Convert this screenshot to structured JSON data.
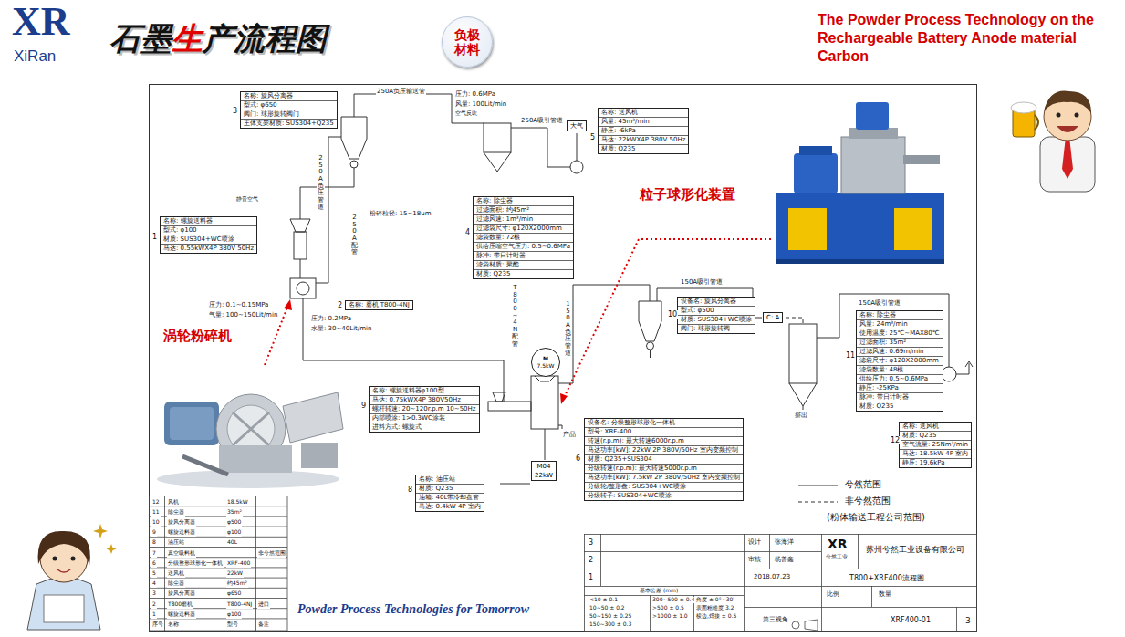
{
  "diagram": {
    "title": "石墨生产流程图",
    "nodes": [
      {
        "text": [
          "负极 材料"
        ]
      },
      {
        "text": [
          "名称: 旋风分离器",
          "型式: φ650",
          "阀门: 球形旋转阀门",
          "主体支架材质: SUS304+Q235"
        ]
      },
      {
        "text": [
          "名称: 螺旋送料器",
          "型式: φ100",
          "材质: SUS304+WC喷涂",
          "马达: 0.55kWX4P 380V 50Hz"
        ]
      },
      {
        "text": [
          "名称: 磨机 T800-4NJ"
        ]
      },
      {
        "text": [
          "名称: 除尘器",
          "过滤面积: 约45m²",
          "过滤风速: 1m³/min",
          "过滤袋尺寸: φ120X2000mm",
          "滤袋数量: 72根",
          "供给压缩空气压力: 0.5~0.6MPa",
          "脉冲: 带日计时器",
          "滤袋材质: 聚酯",
          "材质: Q235"
        ]
      },
      {
        "text": [
          "名称: 送风机",
          "风量: 45m³/min",
          "静压: -6kPa",
          "马达: 22kWX4P 380V 50Hz",
          "材质: Q235"
        ]
      },
      {
        "text": [
          "大气"
        ]
      },
      {
        "text": [
          "设备名: 旋风分离器",
          "型式: φ500",
          "材质: SUS304+WC喷涂",
          "阀门: 球形旋转阀"
        ]
      },
      {
        "text": [
          "C: A"
        ]
      },
      {
        "text": [
          "名称: 除尘器",
          "风量: 24m³/min",
          "使用温度: 25℃~MAX80℃",
          "过滤面积: 35m²",
          "过滤风速: 0.69m/min",
          "滤袋尺寸: φ120X2000mm",
          "滤袋数量: 48根",
          "供给压力: 0.5~0.6MPa",
          "静压: -25KPa",
          "脉冲: 带日计时器",
          "材质: Q235"
        ]
      },
      {
        "text": [
          "名称: 螺旋送料器φ100型",
          "马达: 0.75kWX4P 380V50Hz",
          "螺杆转速: 20~120r.p.m 10~50Hz",
          "内部喷涂: 1>0.3WC涂装",
          "进料方式: 螺旋式"
        ]
      },
      {
        "text": [
          "M",
          "7.5kW"
        ]
      },
      {
        "text": [
          "设备名: 分级整形球形化一体机",
          "型号: XRF-400",
          "转速(r.p.m): 最大转速6000r.p.m",
          "马达功率[kW]: 22kW 2P 380V/50Hz 室内变频控制",
          "材质: Q235+SUS304",
          "分级转速(r.p.m): 最大转速5000r.p.m",
          "马达功率[kW]: 7.5kW 2P 380V/50Hz 室内变频控制",
          "分级轮/整形盘: SUS304+WC喷涂",
          "分级转子: SUS304+WC喷涂"
        ]
      },
      {
        "text": [
          "名称: 油压站",
          "材质: Q235",
          "油箱: 40L带冷却盘管",
          "马达: 0.4kW 4P 室内"
        ]
      },
      {
        "text": [
          "M04",
          "22kW"
        ]
      },
      {
        "text": [
          "名称: 送风机",
          "材质: Q235",
          "空气流量: 25Nm³/min",
          "马达: 18.5kW 4P 室内",
          "静压: 19.6kPa"
        ]
      }
    ],
    "labels": [
      "XR",
      "XiRan",
      "The Powder Process Technology on the Rechargeable Battery Anode material Carbon",
      "涡轮粉碎机",
      "粒子球形化装置",
      "Powder Process Technologies for Tomorrow",
      "3",
      "250A负压输送管",
      "250A负压管道",
      "压力: 0.6MPa",
      "风量: 100Lit/min",
      "空气反吹",
      "250A吸引管道",
      "5",
      "4",
      "静音空气",
      "1",
      "粉碎粒径: 15~18um",
      "250A配管",
      "压力: 0.1~0.15MPa",
      "气量: 100~150Lit/min",
      "2",
      "压力: 0.2MPa",
      "水量: 30~40Lit/min",
      "T800~4N配管",
      "150A吸引管道",
      "150A负压管道",
      "10",
      "150A吸引管道",
      "11",
      "9",
      "产品",
      "6",
      "8",
      "排出",
      "12",
      "(粉体输送工程公司范围)",
      "12",
      "风机",
      "18.5kW",
      "11",
      "除尘器",
      "35m²",
      "10",
      "旋风分离器",
      "φ500",
      "9",
      "螺旋送料器",
      "φ100",
      "8",
      "油压站",
      "40L",
      "7",
      "真空吸料机",
      "非兮然范围",
      "6",
      "分级整形球形化一体机",
      "XRF-400",
      "5",
      "送风机",
      "22kW",
      "4",
      "除尘器",
      "约45m²",
      "3",
      "旋风分离器",
      "φ650",
      "2",
      "T800磨机",
      "T800-4NJ",
      "进口",
      "1",
      "螺旋送料器",
      "φ100",
      "序号",
      "名称",
      "型号",
      "备注",
      "3",
      "2",
      "1",
      "设计",
      "张海洋",
      "审核",
      "杨善鑫",
      "2018.07.23",
      "XR",
      "兮然工业",
      "苏州兮然工业设备有限公司",
      "T800+XRF400流程图",
      "比例",
      "数量",
      "基本公差 (mm)",
      "<10 ± 0.1",
      "300~500 ± 0.4",
      "角度 ± 0°~30'",
      "10~50 ± 0.2",
      ">500 ± 0.5",
      "表面粗糙度 3.2",
      "50~150 ± 0.25",
      ">1000 ± 1.0",
      "棱边,焊接 ± 0.5",
      "150~300 ± 0.3",
      "第三视角",
      "XRF400-01",
      "3"
    ],
    "legend": [
      {
        "text": "兮然范围"
      },
      {
        "text": "非兮然范围"
      }
    ]
  }
}
